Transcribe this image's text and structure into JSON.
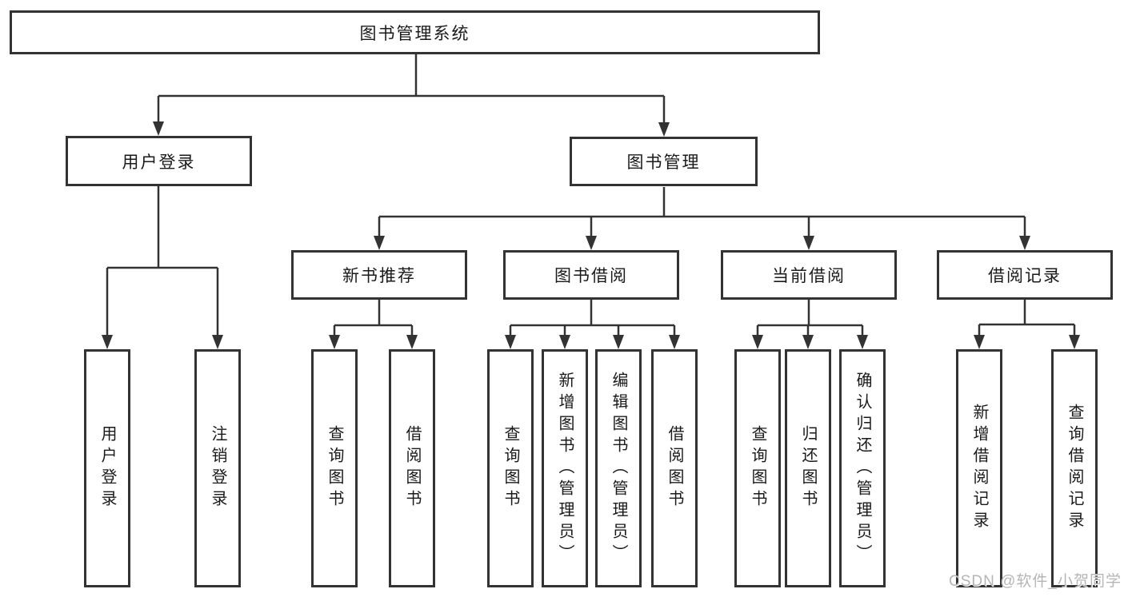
{
  "tree": {
    "root": {
      "label": "图书管理系统",
      "children": [
        {
          "label": "用户登录",
          "children": [
            {
              "label": "用户登录"
            },
            {
              "label": "注销登录"
            }
          ]
        },
        {
          "label": "图书管理",
          "children": [
            {
              "label": "新书推荐",
              "children": [
                {
                  "label": "查询图书"
                },
                {
                  "label": "借阅图书"
                }
              ]
            },
            {
              "label": "图书借阅",
              "children": [
                {
                  "label": "查询图书"
                },
                {
                  "label": "新增图书（管理员）"
                },
                {
                  "label": "编辑图书（管理员）"
                },
                {
                  "label": "借阅图书"
                }
              ]
            },
            {
              "label": "当前借阅",
              "children": [
                {
                  "label": "查询图书"
                },
                {
                  "label": "归还图书"
                },
                {
                  "label": "确认归还（管理员）"
                }
              ]
            },
            {
              "label": "借阅记录",
              "children": [
                {
                  "label": "新增借阅记录"
                },
                {
                  "label": "查询借阅记录"
                }
              ]
            }
          ]
        }
      ]
    }
  },
  "watermark": {
    "text": "CSDN @软件_小贺同学"
  },
  "colors": {
    "line": "#333333",
    "box_border": "#333333",
    "text": "#1a1a1a",
    "watermark": "#b5b5b5",
    "background": "#ffffff"
  }
}
